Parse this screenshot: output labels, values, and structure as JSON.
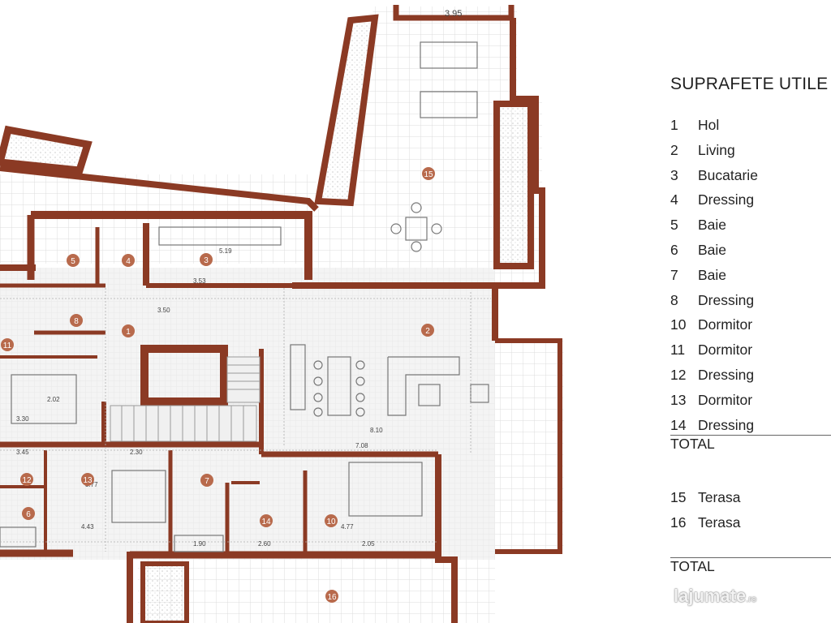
{
  "legend": {
    "title": "SUPRAFETE UTILE",
    "rooms": [
      {
        "num": "1",
        "name": "Hol"
      },
      {
        "num": "2",
        "name": "Living"
      },
      {
        "num": "3",
        "name": "Bucatarie"
      },
      {
        "num": "4",
        "name": "Dressing"
      },
      {
        "num": "5",
        "name": "Baie"
      },
      {
        "num": "6",
        "name": "Baie"
      },
      {
        "num": "7",
        "name": "Baie"
      },
      {
        "num": "8",
        "name": "Dressing"
      },
      {
        "num": "10",
        "name": "Dormitor"
      },
      {
        "num": "11",
        "name": "Dormitor"
      },
      {
        "num": "12",
        "name": "Dressing"
      },
      {
        "num": "13",
        "name": "Dormitor"
      },
      {
        "num": "14",
        "name": "Dressing"
      }
    ],
    "total_label": "TOTAL",
    "terraces": [
      {
        "num": "15",
        "name": "Terasa"
      },
      {
        "num": "16",
        "name": "Terasa"
      }
    ],
    "total2_label": "TOTAL"
  },
  "plan": {
    "room_markers": [
      "1",
      "2",
      "3",
      "4",
      "5",
      "6",
      "7",
      "8",
      "10",
      "11",
      "12",
      "13",
      "14",
      "15",
      "16"
    ],
    "dimensions": [
      "3.95",
      "3.30",
      "5.19",
      "3.53",
      "3.50",
      "8.10",
      "7.08",
      "4.43",
      "4.77",
      "2.30",
      "2.05",
      "1.90",
      "2.60",
      "3.45",
      "3.77",
      "2.02"
    ]
  },
  "watermark": {
    "site": "lajumate",
    "suffix": ".ro"
  },
  "colors": {
    "wall": "#8b3a24",
    "marker": "#b86a4c",
    "grid": "#d9d9d9",
    "floor": "#f2f2f2"
  }
}
